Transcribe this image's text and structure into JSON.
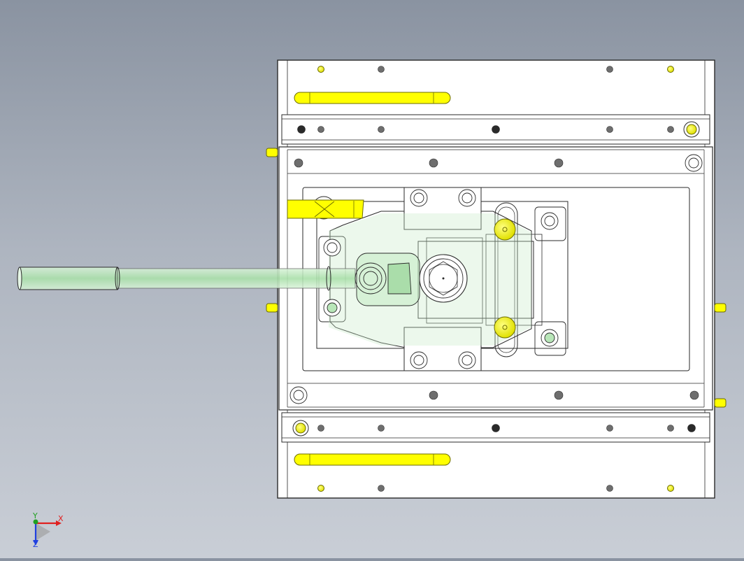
{
  "viewport": {
    "background_top": "#8a93a1",
    "background_bottom": "#c9ced6"
  },
  "model": {
    "plate_color": "#ffffff",
    "edge_color": "#2a2a2a",
    "highlight_color": "#ffff00",
    "highlight_edge": "#6b6b00",
    "transparent_part_color": "#b8e6b8",
    "hole_fill": "#6e6e6e"
  },
  "axis_triad": {
    "x_label": "X",
    "y_label": "Y",
    "z_label": "Z",
    "x_color": "#e02020",
    "y_color": "#20a020",
    "z_color": "#2040e0"
  }
}
